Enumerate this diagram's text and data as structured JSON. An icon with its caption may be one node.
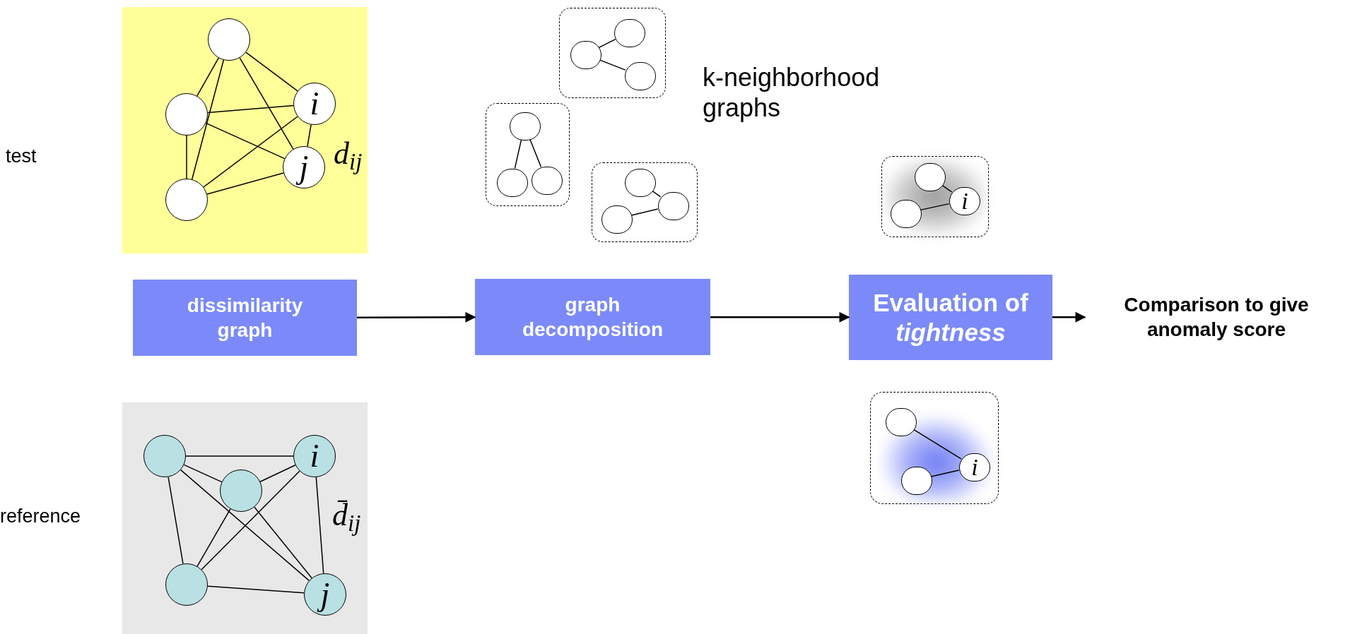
{
  "diagram": {
    "nodes": [
      {
        "text": [],
        "shape": "box"
      },
      {
        "text": [],
        "shape": "circle",
        "in": 0
      },
      {
        "text": [],
        "shape": "circle",
        "in": 0
      },
      {
        "text": [
          "i"
        ],
        "in": 0
      },
      {
        "text": [
          "j"
        ],
        "in": 0
      },
      {
        "text": [],
        "shape": "circle",
        "in": 0
      },
      {
        "text": [],
        "shape": "box"
      },
      {
        "text": [],
        "shape": "circle",
        "in": 6
      },
      {
        "text": [],
        "shape": "circle",
        "in": 6
      },
      {
        "text": [],
        "shape": "circle",
        "in": 6
      },
      {
        "text": [],
        "shape": "box"
      },
      {
        "text": [],
        "shape": "circle",
        "in": 10
      },
      {
        "text": [],
        "shape": "circle",
        "in": 10
      },
      {
        "text": [],
        "shape": "circle",
        "in": 10
      },
      {
        "text": [],
        "shape": "box"
      },
      {
        "text": [],
        "shape": "circle",
        "in": 14
      },
      {
        "text": [],
        "shape": "circle",
        "in": 14
      },
      {
        "text": [],
        "shape": "circle",
        "in": 14
      },
      {
        "text": [],
        "shape": "box"
      },
      {
        "text": [],
        "shape": "circle",
        "in": 18
      },
      {
        "text": [
          "i"
        ],
        "in": 18
      },
      {
        "text": [],
        "shape": "circle",
        "in": 18
      },
      {
        "text": [
          "dissimilarity graph"
        ]
      },
      {
        "text": [
          "graph decomposition"
        ]
      },
      {
        "text": [
          "Evaluation of *tightness*"
        ]
      },
      {
        "text": [
          "Comparison to give anomaly score"
        ]
      },
      {
        "text": [],
        "shape": "box"
      },
      {
        "text": [],
        "shape": "circle",
        "in": 26
      },
      {
        "text": [
          "i"
        ],
        "in": 26
      },
      {
        "text": [],
        "shape": "circle",
        "in": 26
      },
      {
        "text": [],
        "shape": "box"
      },
      {
        "text": [],
        "shape": "circle",
        "in": 30
      },
      {
        "text": [
          "i"
        ],
        "in": 30
      },
      {
        "text": [],
        "shape": "circle",
        "in": 30
      },
      {
        "text": [],
        "shape": "circle",
        "in": 30
      },
      {
        "text": [
          "j"
        ],
        "in": 30
      }
    ],
    "edges": [
      {
        "from": 22,
        "to": 23,
        "arrow": "to"
      },
      {
        "from": 23,
        "to": 24,
        "arrow": "to"
      },
      {
        "from": 24,
        "to": 25,
        "arrow": "to"
      },
      {
        "from": 1,
        "to": 2,
        "arrow": "none"
      },
      {
        "from": 1,
        "to": 3,
        "arrow": "none"
      },
      {
        "from": 1,
        "to": 4,
        "arrow": "none"
      },
      {
        "from": 1,
        "to": 5,
        "arrow": "none"
      },
      {
        "from": 2,
        "to": 3,
        "arrow": "none"
      },
      {
        "from": 2,
        "to": 4,
        "arrow": "none"
      },
      {
        "from": 2,
        "to": 5,
        "arrow": "none"
      },
      {
        "from": 3,
        "to": 4,
        "arrow": "none",
        "label": "d$_{ij}$"
      },
      {
        "from": 5,
        "to": 3,
        "arrow": "none"
      },
      {
        "from": 5,
        "to": 4,
        "arrow": "none"
      },
      {
        "from": 8,
        "to": 7,
        "arrow": "none"
      },
      {
        "from": 8,
        "to": 9,
        "arrow": "none"
      },
      {
        "from": 11,
        "to": 12,
        "arrow": "none"
      },
      {
        "from": 11,
        "to": 13,
        "arrow": "none"
      },
      {
        "from": 15,
        "to": 16,
        "arrow": "none"
      },
      {
        "from": 17,
        "to": 16,
        "arrow": "none"
      },
      {
        "from": 19,
        "to": 20,
        "arrow": "none"
      },
      {
        "from": 21,
        "to": 20,
        "arrow": "none"
      },
      {
        "from": 27,
        "to": 28,
        "arrow": "none"
      },
      {
        "from": 29,
        "to": 28,
        "arrow": "none"
      },
      {
        "from": 31,
        "to": 32,
        "arrow": "none"
      },
      {
        "from": 31,
        "to": 33,
        "arrow": "none"
      },
      {
        "from": 31,
        "to": 34,
        "arrow": "none"
      },
      {
        "from": 31,
        "to": 35,
        "arrow": "none"
      },
      {
        "from": 33,
        "to": 32,
        "arrow": "none"
      },
      {
        "from": 33,
        "to": 34,
        "arrow": "none"
      },
      {
        "from": 33,
        "to": 35,
        "arrow": "none"
      },
      {
        "from": 34,
        "to": 32,
        "arrow": "none"
      },
      {
        "from": 34,
        "to": 35,
        "arrow": "none"
      },
      {
        "from": 32,
        "to": 35,
        "arrow": "none",
        "label": "d̄$_{ij}$"
      }
    ],
    "labels": [
      "test",
      "reference",
      "k-neighborhood graphs"
    ]
  }
}
